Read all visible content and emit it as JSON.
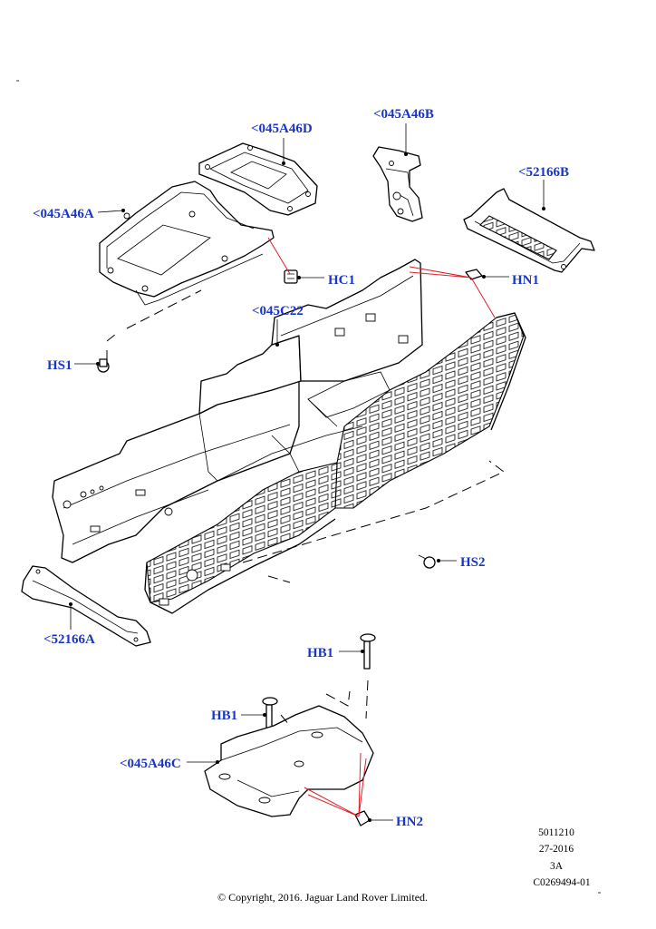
{
  "callouts": {
    "c045A46D": "<045A46D",
    "c045A46B": "<045A46B",
    "c52166B": "<52166B",
    "c045A46A": "<045A46A",
    "HC1": "HC1",
    "HN1": "HN1",
    "c045C22": "<045C22",
    "HS1": "HS1",
    "HS2": "HS2",
    "c52166A": "<52166A",
    "HB1_top": "HB1",
    "HB1_left": "HB1",
    "c045A46C": "<045A46C",
    "HN2": "HN2"
  },
  "info": {
    "line1": "5011210",
    "line2": "27-2016",
    "line3": "3A",
    "line4": "C0269494-01"
  },
  "copyright": "© Copyright, 2016. Jaguar Land Rover Limited.",
  "colors": {
    "callout": "#1a36c8",
    "leader_red": "#e0202a"
  }
}
